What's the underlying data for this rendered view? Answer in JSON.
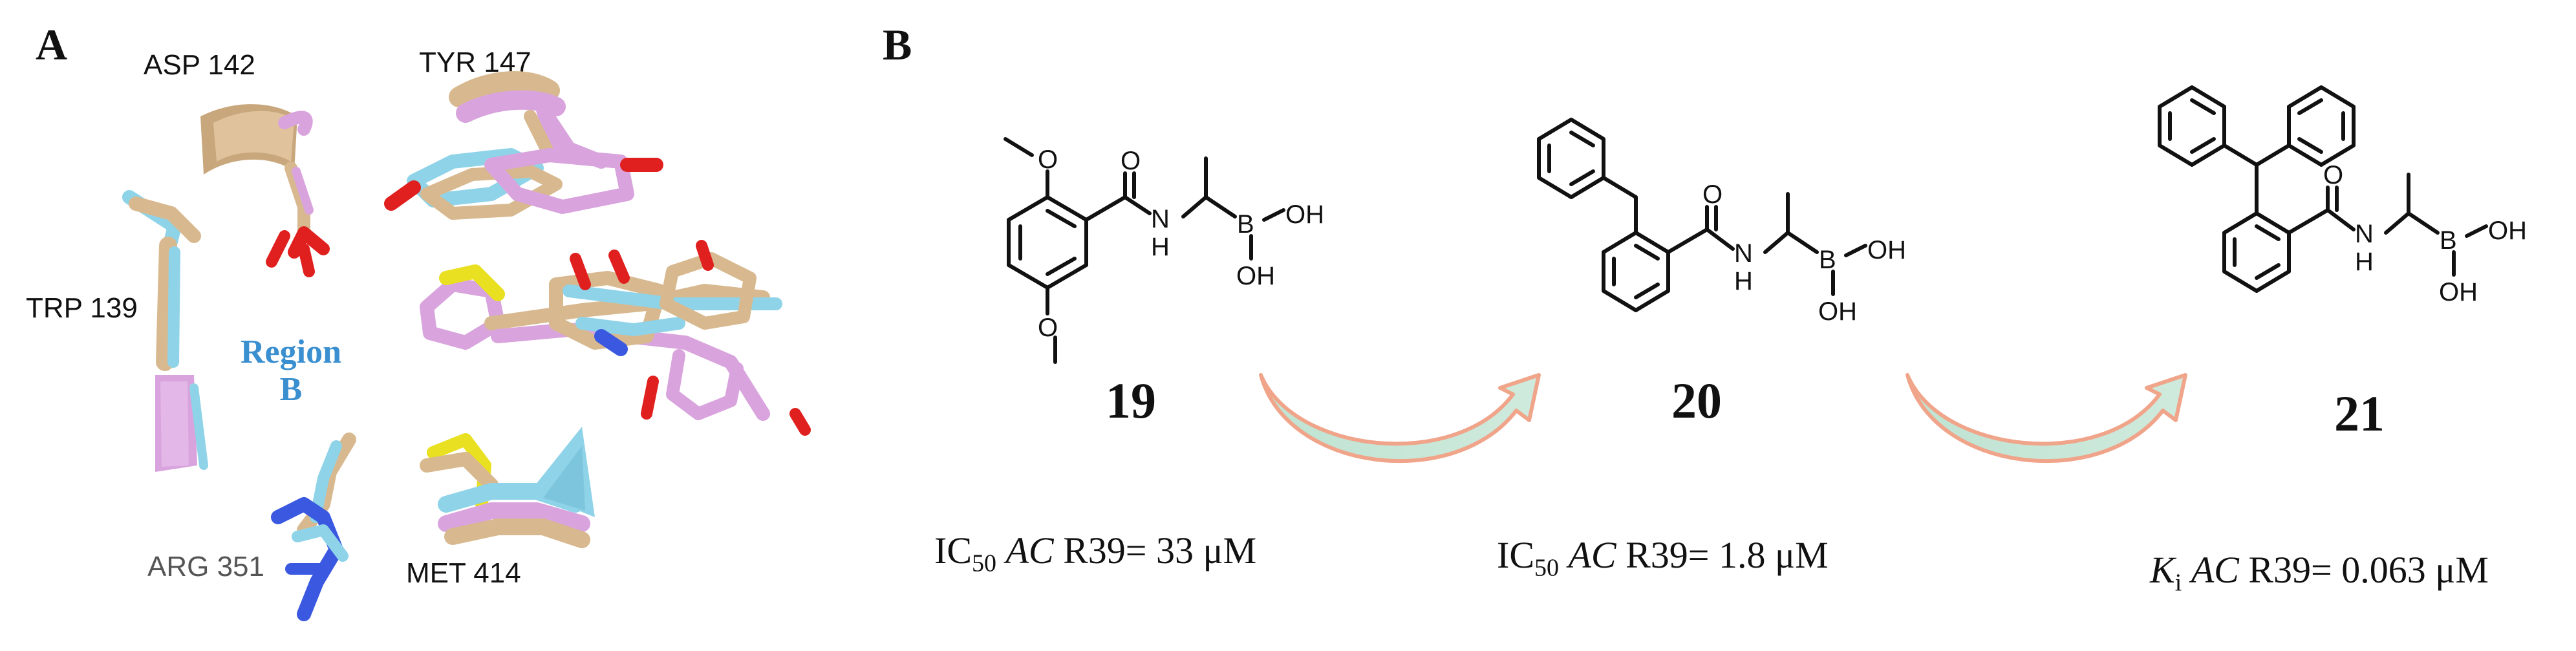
{
  "panel_a": {
    "letter": "A",
    "residues": {
      "asp": "ASP 142",
      "tyr": "TYR 147",
      "trp": "TRP 139",
      "arg": "ARG 351",
      "met": "MET 414"
    },
    "region": [
      "Region",
      "B"
    ]
  },
  "panel_b": {
    "letter": "B",
    "compounds": [
      {
        "id": "19",
        "activity": {
          "metric": "IC",
          "sub": "50",
          "target": "AC",
          "rest": " R39= 33 μM"
        }
      },
      {
        "id": "20",
        "activity": {
          "metric": "IC",
          "sub": "50",
          "target": "AC",
          "rest": " R39= 1.8 μM"
        }
      },
      {
        "id": "21",
        "activity": {
          "metric": "K",
          "sub": "i",
          "target": "AC",
          "rest": " R39= 0.063 μM"
        }
      }
    ],
    "atoms": {
      "O": "O",
      "N": "N",
      "H": "H",
      "B": "B",
      "OH": "OH"
    }
  },
  "colors": {
    "tan": "#d8b98f",
    "pink": "#d9a4dd",
    "cyan": "#8fd3e8",
    "oxygen": "#e0201e",
    "sulfur": "#e8e020",
    "nitrogen": "#3a58e0",
    "arrow_fill": "#bfe3d2",
    "arrow_edge": "#f0a58a",
    "region": "#3a8fd0"
  }
}
